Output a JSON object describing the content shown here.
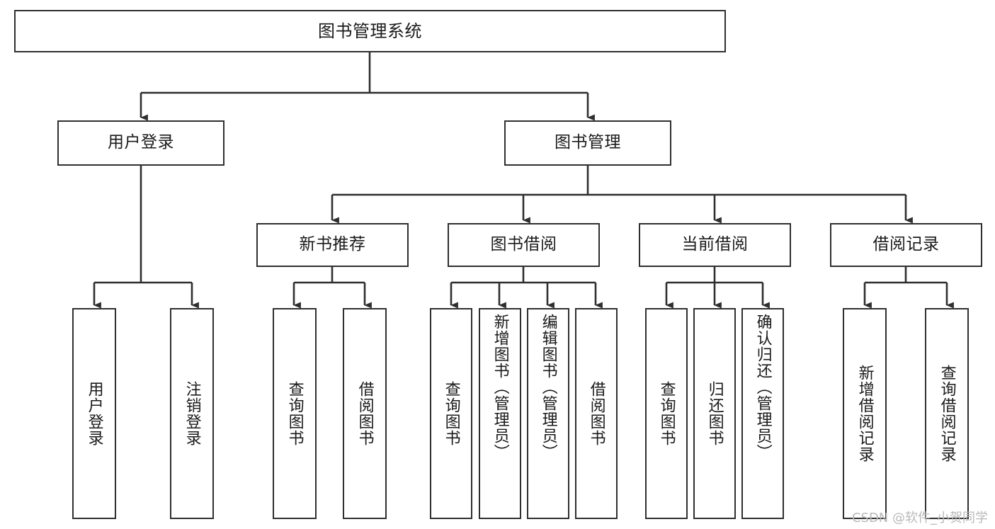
{
  "diagram": {
    "title": "图书管理系统",
    "type": "tree-hierarchy-chart",
    "watermark": "CSDN @软件_小贺同学",
    "colors": {
      "box_border": "#2f2f2f",
      "box_fill": "#ffffff",
      "connector": "#2f2f2f",
      "text": "#1a1a1a",
      "watermark": "#b9b9b9",
      "background": "#ffffff"
    },
    "nodes": {
      "root": {
        "label": "图书管理系统"
      },
      "level2": [
        {
          "label": "用户登录"
        },
        {
          "label": "图书管理"
        }
      ],
      "level3": [
        {
          "label": "新书推荐"
        },
        {
          "label": "图书借阅"
        },
        {
          "label": "当前借阅"
        },
        {
          "label": "借阅记录"
        }
      ],
      "leaves": {
        "user_login": [
          {
            "label": "用户登录"
          },
          {
            "label": "注销登录"
          }
        ],
        "new_book": [
          {
            "label": "查询图书"
          },
          {
            "label": "借阅图书"
          }
        ],
        "book_borrow": [
          {
            "label": "查询图书"
          },
          {
            "label": "新增图书（管理员）"
          },
          {
            "label": "编辑图书（管理员）"
          },
          {
            "label": "借阅图书"
          }
        ],
        "current_borrow": [
          {
            "label": "查询图书"
          },
          {
            "label": "归还图书"
          },
          {
            "label": "确认归还（管理员）"
          }
        ],
        "borrow_record": [
          {
            "label": "新增借阅记录"
          },
          {
            "label": "查询借阅记录"
          }
        ]
      }
    }
  }
}
